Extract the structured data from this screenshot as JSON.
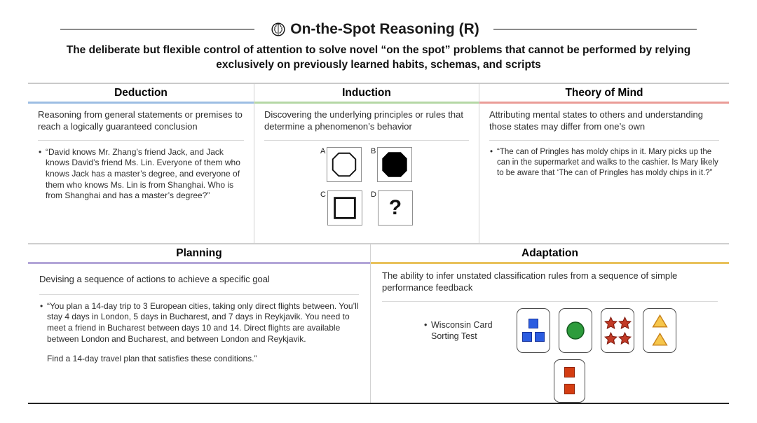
{
  "title": {
    "text": "On-the-Spot Reasoning (R)",
    "icon": "brain-icon"
  },
  "subtitle": "The deliberate but flexible control of attention to solve novel “on the spot” problems that cannot be performed by relying exclusively on previously learned habits, schemas, and scripts",
  "cells": {
    "deduction": {
      "label": "Deduction",
      "accent": "#9DBEE3",
      "definition": "Reasoning from general statements or premises to reach a logically guaranteed conclusion",
      "example": "“David knows Mr. Zhang’s friend Jack, and Jack knows David’s friend Ms. Lin. Everyone of them who knows Jack has a master’s degree, and everyone of them who knows Ms. Lin is from Shanghai. Who is from Shanghai and has a master’s degree?”"
    },
    "induction": {
      "label": "Induction",
      "accent": "#B5D7A5",
      "definition": "Discovering the underlying principles or rules that determine a phenomenon’s behavior",
      "figure": {
        "items": [
          {
            "label": "A",
            "shape": "octagon-outline"
          },
          {
            "label": "B",
            "shape": "octagon-filled"
          },
          {
            "label": "C",
            "shape": "square-outline"
          },
          {
            "label": "D",
            "shape": "question-mark",
            "symbol": "?"
          }
        ]
      }
    },
    "theory_of_mind": {
      "label": "Theory of Mind",
      "accent": "#EA9C97",
      "definition": "Attributing mental states to others and understanding those states may differ from one’s own",
      "example": "“The can of Pringles has moldy chips in it. Mary picks up the can in the supermarket and walks to the cashier. Is Mary likely to be aware that ‘The can of Pringles has moldy chips in it.?”"
    },
    "planning": {
      "label": "Planning",
      "accent": "#B3A6D8",
      "definition": "Devising a sequence of actions to achieve a specific goal",
      "example_part1": "“You plan a 14-day trip to 3 European cities, taking only direct flights between. You’ll stay 4 days in London, 5 days in Bucharest, and 7 days in Reykjavik. You need to meet a friend in Bucharest between days 10 and 14. Direct flights are available between London and Bucharest, and between London and Reykjavik.",
      "example_part2": "Find a 14-day travel plan that satisfies these conditions.”"
    },
    "adaptation": {
      "label": "Adaptation",
      "accent": "#E9C25C",
      "definition": "The ability to infer unstated classification rules from a sequence of simple performance feedback",
      "example_label": "Wisconsin Card Sorting Test",
      "cards": [
        {
          "name": "three-blue-squares",
          "shape": "square",
          "count": 3,
          "fill": "#2B5CE0",
          "stroke": "#16339B"
        },
        {
          "name": "one-green-circle",
          "shape": "circle",
          "count": 1,
          "fill": "#2D9C3C",
          "stroke": "#155B20"
        },
        {
          "name": "four-red-stars",
          "shape": "star",
          "count": 4,
          "fill": "#C23A26",
          "stroke": "#7E1A0E"
        },
        {
          "name": "two-yellow-triangles",
          "shape": "triangle",
          "count": 2,
          "fill": "#F6C64B",
          "stroke": "#C8821B"
        }
      ],
      "stimulus_card": {
        "name": "two-red-squares",
        "shape": "square",
        "count": 2,
        "fill": "#D43D12",
        "stroke": "#8E2205"
      }
    }
  }
}
